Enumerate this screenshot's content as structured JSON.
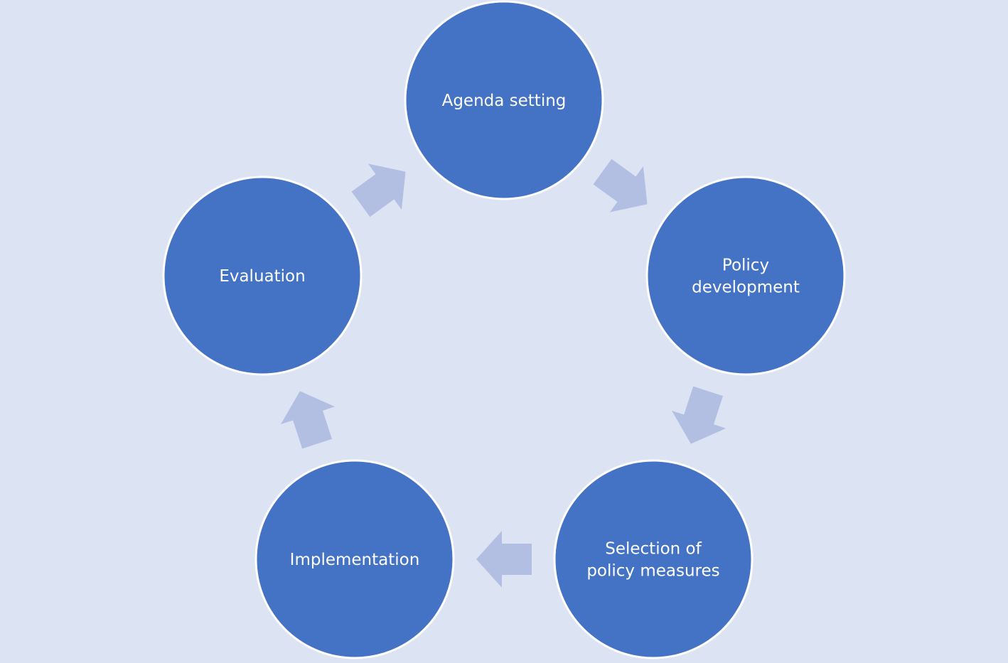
{
  "diagram": {
    "stages": [
      {
        "id": "agenda-setting",
        "lines": [
          "Agenda setting"
        ]
      },
      {
        "id": "policy-development",
        "lines": [
          "Policy",
          "development"
        ]
      },
      {
        "id": "selection-of-policy-measures",
        "lines": [
          "Selection of",
          "policy measures"
        ]
      },
      {
        "id": "implementation",
        "lines": [
          "Implementation"
        ]
      },
      {
        "id": "evaluation",
        "lines": [
          "Evaluation"
        ]
      }
    ],
    "colors": {
      "background": "#dce4f3",
      "stage_fill": "#4472c4",
      "stage_border": "#ffffff",
      "arrow_fill": "#b2bfe2",
      "label_text": "#ffffff"
    }
  }
}
